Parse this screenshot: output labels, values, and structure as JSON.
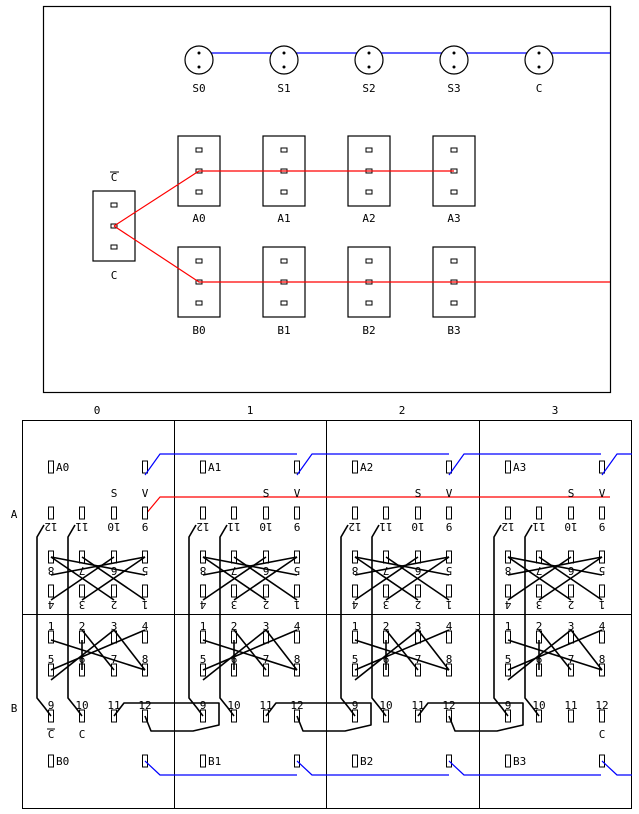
{
  "switches": {
    "items": [
      "S0",
      "S1",
      "S2",
      "S3",
      "C"
    ],
    "line_color": "#0000ff"
  },
  "panel": {
    "carry_top": "C",
    "carry_bottom": "C",
    "a_sockets": [
      "A0",
      "A1",
      "A2",
      "A3"
    ],
    "b_sockets": [
      "B0",
      "B1",
      "B2",
      "B3"
    ],
    "wire_color": "#ff0000"
  },
  "board": {
    "columns": [
      "0",
      "1",
      "2",
      "3"
    ],
    "rows": [
      "A",
      "B"
    ],
    "a_labels": [
      "A0",
      "A1",
      "A2",
      "A3"
    ],
    "b_labels": [
      "B0",
      "B1",
      "B2",
      "B3"
    ],
    "s_label": "S",
    "v_label": "V",
    "top_pins": [
      "12",
      "11",
      "10",
      "9"
    ],
    "upper_mid_pins": [
      "8",
      "7",
      "6",
      "5"
    ],
    "upper_low_pins": [
      "4",
      "3",
      "2",
      "1"
    ],
    "lower_top_pins": [
      "1",
      "2",
      "3",
      "4"
    ],
    "lower_mid_pins": [
      "5",
      "6",
      "7",
      "8"
    ],
    "bottom_pins": [
      "9",
      "10",
      "11",
      "12"
    ],
    "c_bar_label": "C",
    "c_label": "C",
    "red_line_color": "#ff0000",
    "blue_line_color": "#0000ff"
  }
}
